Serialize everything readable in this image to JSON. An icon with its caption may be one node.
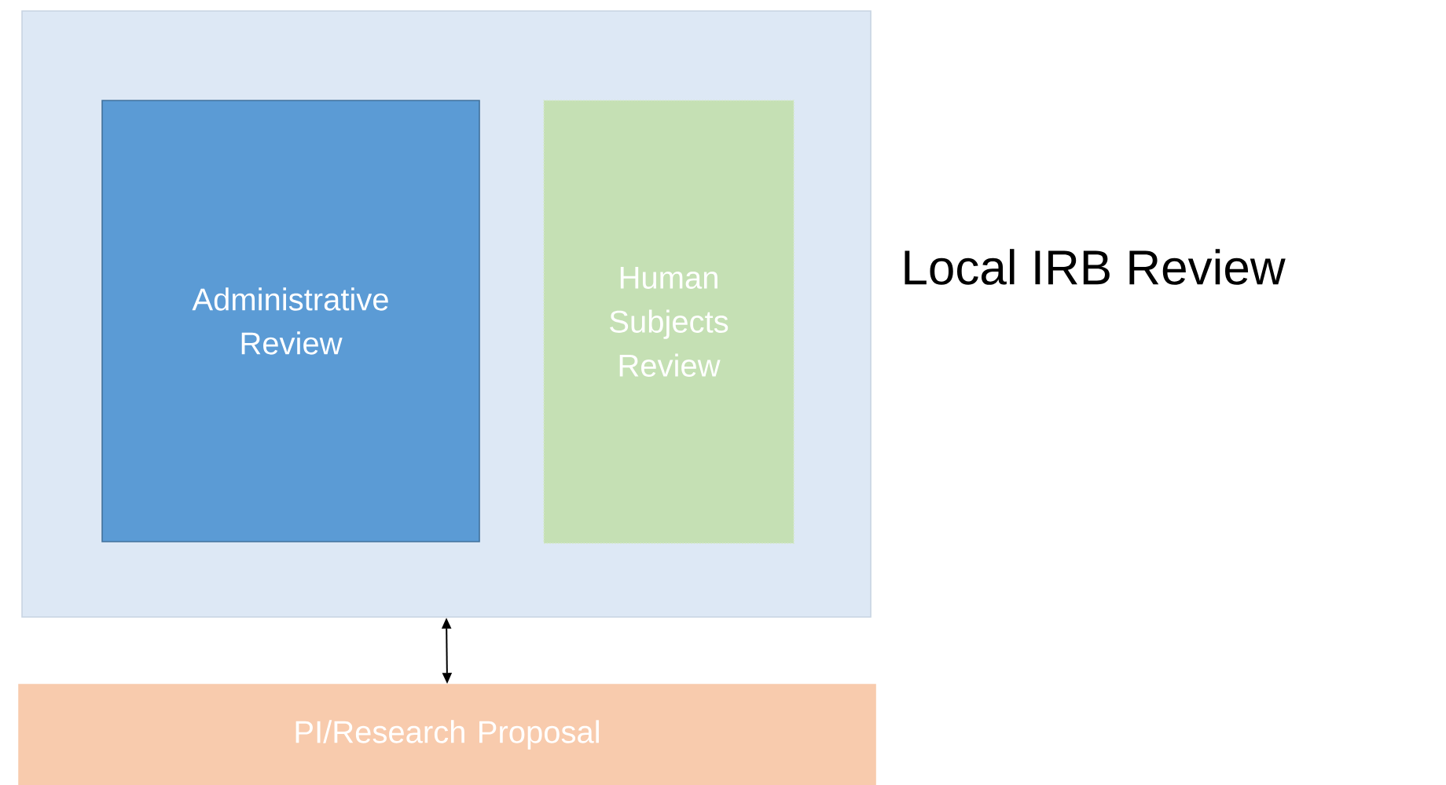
{
  "diagram": {
    "nodes": [
      {
        "text": [
          "Local IRB Review"
        ]
      },
      {
        "text": [
          "Administrative Review"
        ],
        "in": 0
      },
      {
        "text": [
          "Human Subjects Review"
        ],
        "in": 0
      },
      {
        "text": [
          "PI/Research Proposal"
        ]
      }
    ],
    "edges": [
      {
        "from": 3,
        "to": 0,
        "arrow": "both"
      }
    ]
  }
}
